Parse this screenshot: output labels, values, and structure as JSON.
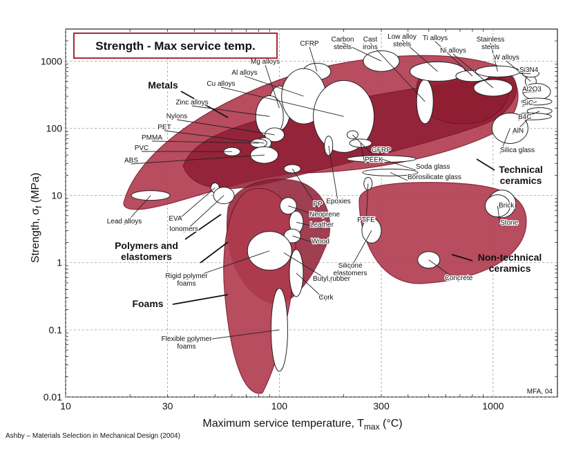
{
  "chart_data": {
    "type": "scatter",
    "title": "Strength - Max service temp.",
    "xlabel": "Maximum service temperature, T",
    "xlabel_sub": "max",
    "xlabel_unit": " (°C)",
    "ylabel": "Strength, σ",
    "ylabel_sub": "f",
    "ylabel_unit": " (MPa)",
    "xscale": "log",
    "yscale": "log",
    "xlim": [
      10,
      2000
    ],
    "ylim": [
      0.01,
      3000
    ],
    "grid": true,
    "xticks": [
      10,
      30,
      100,
      300,
      1000
    ],
    "xtick_labels": [
      "10",
      "30",
      "100",
      "300",
      "1000"
    ],
    "yticks": [
      0.01,
      0.1,
      1,
      10,
      100,
      1000
    ],
    "ytick_labels": [
      "0.01",
      "0.1",
      "1",
      "10",
      "100",
      "1000"
    ],
    "groups": [
      {
        "name": "Metals",
        "label_x": 55,
        "label_y": 660
      },
      {
        "name": "Polymers and elastomers",
        "label_x": 45,
        "label_y": 1.9
      },
      {
        "name": "Foams",
        "label_x": 26,
        "label_y": 0.22
      },
      {
        "name": "Technical ceramics",
        "label_x": 1600,
        "label_y": 50
      },
      {
        "name": "Non-technical ceramics",
        "label_x": 1500,
        "label_y": 1.0
      }
    ],
    "materials": [
      {
        "name": "CFRP",
        "x": 150,
        "y": 700
      },
      {
        "name": "Carbon steels",
        "x": 300,
        "y": 1000
      },
      {
        "name": "Cast irons",
        "x": 480,
        "y": 250
      },
      {
        "name": "Low alloy steels",
        "x": 550,
        "y": 700
      },
      {
        "name": "Ti alloys",
        "x": 800,
        "y": 600
      },
      {
        "name": "Ni alloys",
        "x": 1000,
        "y": 400
      },
      {
        "name": "Stainless steels",
        "x": 1050,
        "y": 700
      },
      {
        "name": "W alloys",
        "x": 1500,
        "y": 500
      },
      {
        "name": "Si3N4",
        "x": 1500,
        "y": 650
      },
      {
        "name": "Al2O3",
        "x": 1600,
        "y": 350
      },
      {
        "name": "SiC",
        "x": 1600,
        "y": 250
      },
      {
        "name": "B4C",
        "x": 1650,
        "y": 180
      },
      {
        "name": "AlN",
        "x": 1500,
        "y": 150
      },
      {
        "name": "Silica glass",
        "x": 1200,
        "y": 100
      },
      {
        "name": "Mg alloys",
        "x": 100,
        "y": 200
      },
      {
        "name": "Al alloys",
        "x": 130,
        "y": 300
      },
      {
        "name": "Cu alloys",
        "x": 200,
        "y": 150
      },
      {
        "name": "Zinc alloys",
        "x": 90,
        "y": 150
      },
      {
        "name": "Nylons",
        "x": 95,
        "y": 80
      },
      {
        "name": "PET",
        "x": 85,
        "y": 60
      },
      {
        "name": "PMMA",
        "x": 80,
        "y": 60
      },
      {
        "name": "PVC",
        "x": 60,
        "y": 45
      },
      {
        "name": "ABS",
        "x": 85,
        "y": 40
      },
      {
        "name": "GFRP",
        "x": 220,
        "y": 80
      },
      {
        "name": "PEEK",
        "x": 240,
        "y": 60
      },
      {
        "name": "Soda glass",
        "x": 300,
        "y": 35
      },
      {
        "name": "Borosilicate glass",
        "x": 330,
        "y": 22
      },
      {
        "name": "PP",
        "x": 115,
        "y": 25
      },
      {
        "name": "Epoxies",
        "x": 170,
        "y": 55
      },
      {
        "name": "PTFE",
        "x": 260,
        "y": 15
      },
      {
        "name": "Neoprene",
        "x": 110,
        "y": 7
      },
      {
        "name": "Leather",
        "x": 120,
        "y": 4
      },
      {
        "name": "Wood",
        "x": 115,
        "y": 2.5
      },
      {
        "name": "Silicone elastomers",
        "x": 270,
        "y": 3
      },
      {
        "name": "Butyl rubber",
        "x": 105,
        "y": 1.4
      },
      {
        "name": "Cork",
        "x": 120,
        "y": 0.7
      },
      {
        "name": "Lead alloys",
        "x": 25,
        "y": 10
      },
      {
        "name": "EVA",
        "x": 50,
        "y": 13
      },
      {
        "name": "Ionomers",
        "x": 55,
        "y": 10
      },
      {
        "name": "Rigid polymer foams",
        "x": 90,
        "y": 1.5
      },
      {
        "name": "Flexible polymer foams",
        "x": 100,
        "y": 0.1
      },
      {
        "name": "Brick",
        "x": 1100,
        "y": 7.5
      },
      {
        "name": "Stone",
        "x": 1050,
        "y": 7
      },
      {
        "name": "Concrete",
        "x": 500,
        "y": 1.1
      }
    ],
    "annotations": [
      "MFA, 04"
    ]
  },
  "credit": "Ashby – Materials Selection in Mechanical Design (2004)"
}
